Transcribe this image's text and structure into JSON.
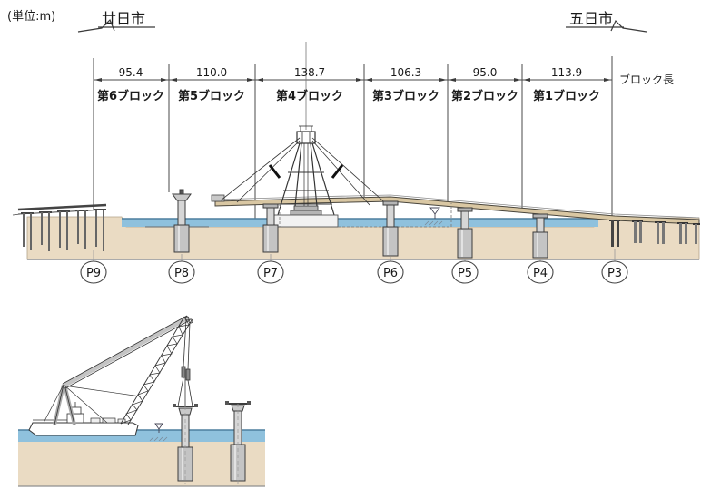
{
  "unit_label": "(単位:m)",
  "left_place": "廿日市",
  "right_place": "五日市",
  "dim": {
    "axis_label": "ブロック長",
    "blocks": [
      {
        "len": "95.4",
        "name": "第6ブロック"
      },
      {
        "len": "110.0",
        "name": "第5ブロック"
      },
      {
        "len": "138.7",
        "name": "第4ブロック"
      },
      {
        "len": "106.3",
        "name": "第3ブロック"
      },
      {
        "len": "95.0",
        "name": "第2ブロック"
      },
      {
        "len": "113.9",
        "name": "第1ブロック"
      }
    ]
  },
  "piers": [
    {
      "id": "P9"
    },
    {
      "id": "P8"
    },
    {
      "id": "P7"
    },
    {
      "id": "P6"
    },
    {
      "id": "P5"
    },
    {
      "id": "P4"
    },
    {
      "id": "P3"
    }
  ],
  "colors": {
    "water": "#8fc1dd",
    "water_edge": "#4d7f9e",
    "ground": "#eadbc3",
    "ground_edge": "#8f8f8f",
    "deck": "#d9c7a3",
    "steel": "#c9c9c9",
    "line": "#3a3a3a"
  }
}
